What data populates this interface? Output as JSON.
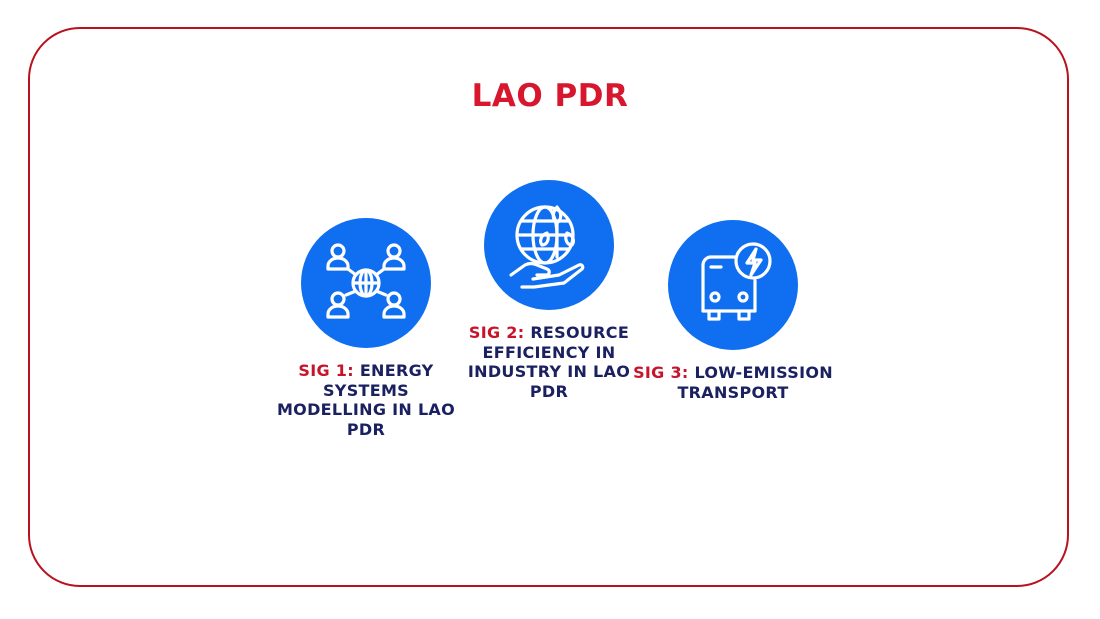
{
  "title": "LAO PDR",
  "colors": {
    "border": "#b8121f",
    "title": "#d6172e",
    "circle": "#0f6ff0",
    "label": "#1a2060",
    "sig": "#c8142a"
  },
  "items": [
    {
      "icon": "network-globe-people-icon",
      "sig": "SIG 1:",
      "text": "ENERGY SYSTEMS MODELLING IN LAO PDR"
    },
    {
      "icon": "globe-plant-hand-icon",
      "sig": "SIG 2:",
      "text": "RESOURCE EFFICIENCY IN INDUSTRY IN LAO PDR"
    },
    {
      "icon": "electric-bus-icon",
      "sig": "SIG 3:",
      "text": "LOW-EMISSION TRANSPORT"
    }
  ]
}
